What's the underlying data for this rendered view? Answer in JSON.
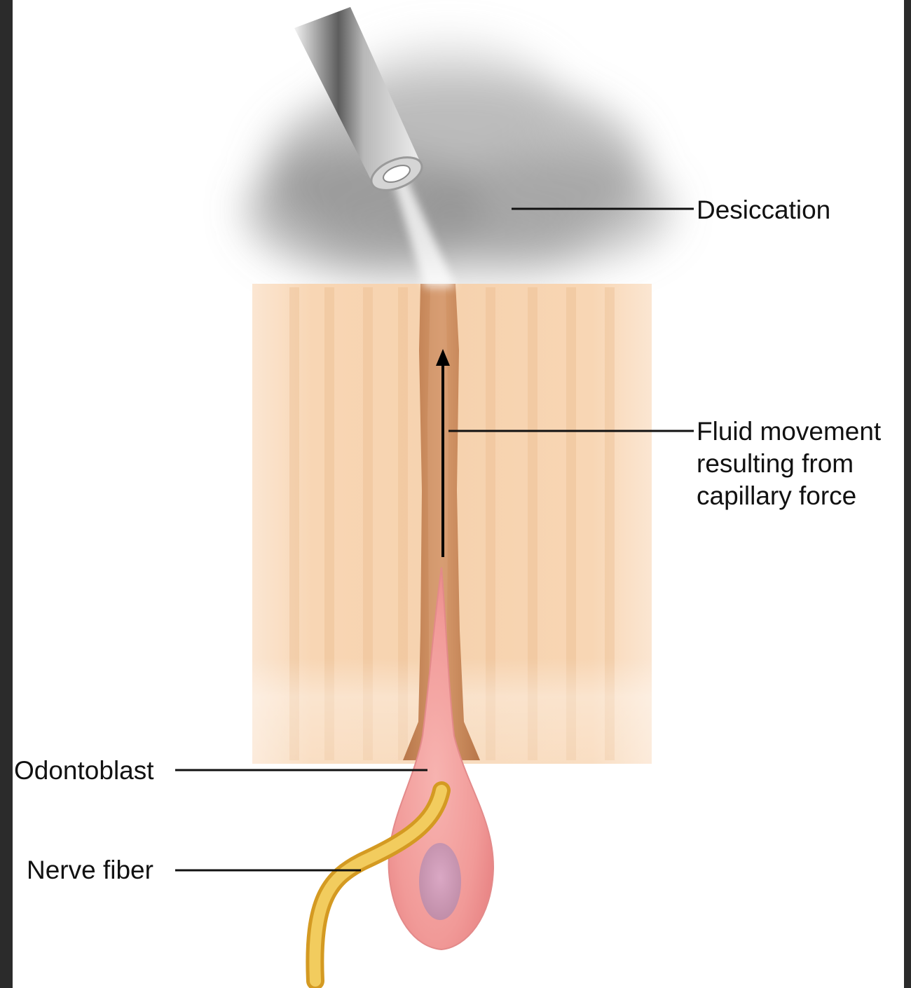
{
  "labels": {
    "desiccation": "Desiccation",
    "fluid_line1": "Fluid movement",
    "fluid_line2": "resulting from",
    "fluid_line3": "capillary force",
    "odontoblast": "Odontoblast",
    "nerve_fiber": "Nerve fiber"
  },
  "colors": {
    "dentin": "#f7d3b0",
    "tubule": "#c8875a",
    "odontoblast": "#f29c9c",
    "nucleus": "#c98fb0",
    "nerve": "#e9b83d",
    "nozzle": "#9a9a9a",
    "leader_line": "#111111"
  }
}
